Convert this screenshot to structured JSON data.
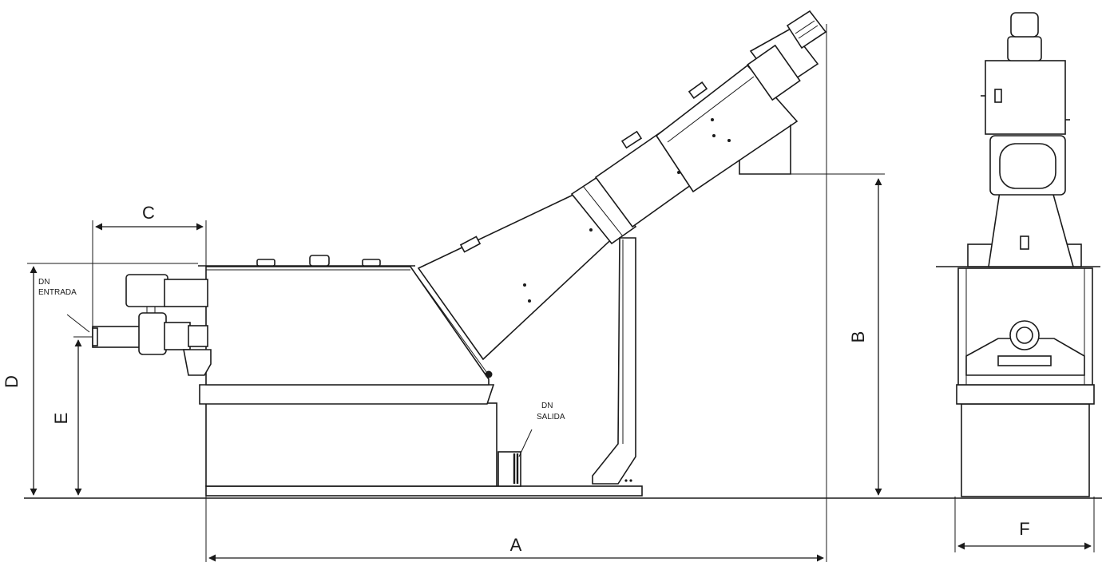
{
  "dimensions": {
    "a": "A",
    "b": "B",
    "c": "C",
    "d": "D",
    "e": "E",
    "f": "F"
  },
  "callouts": {
    "inlet_line1": "DN",
    "inlet_line2": "ENTRADA",
    "outlet_line1": "DN",
    "outlet_line2": "SALIDA"
  }
}
